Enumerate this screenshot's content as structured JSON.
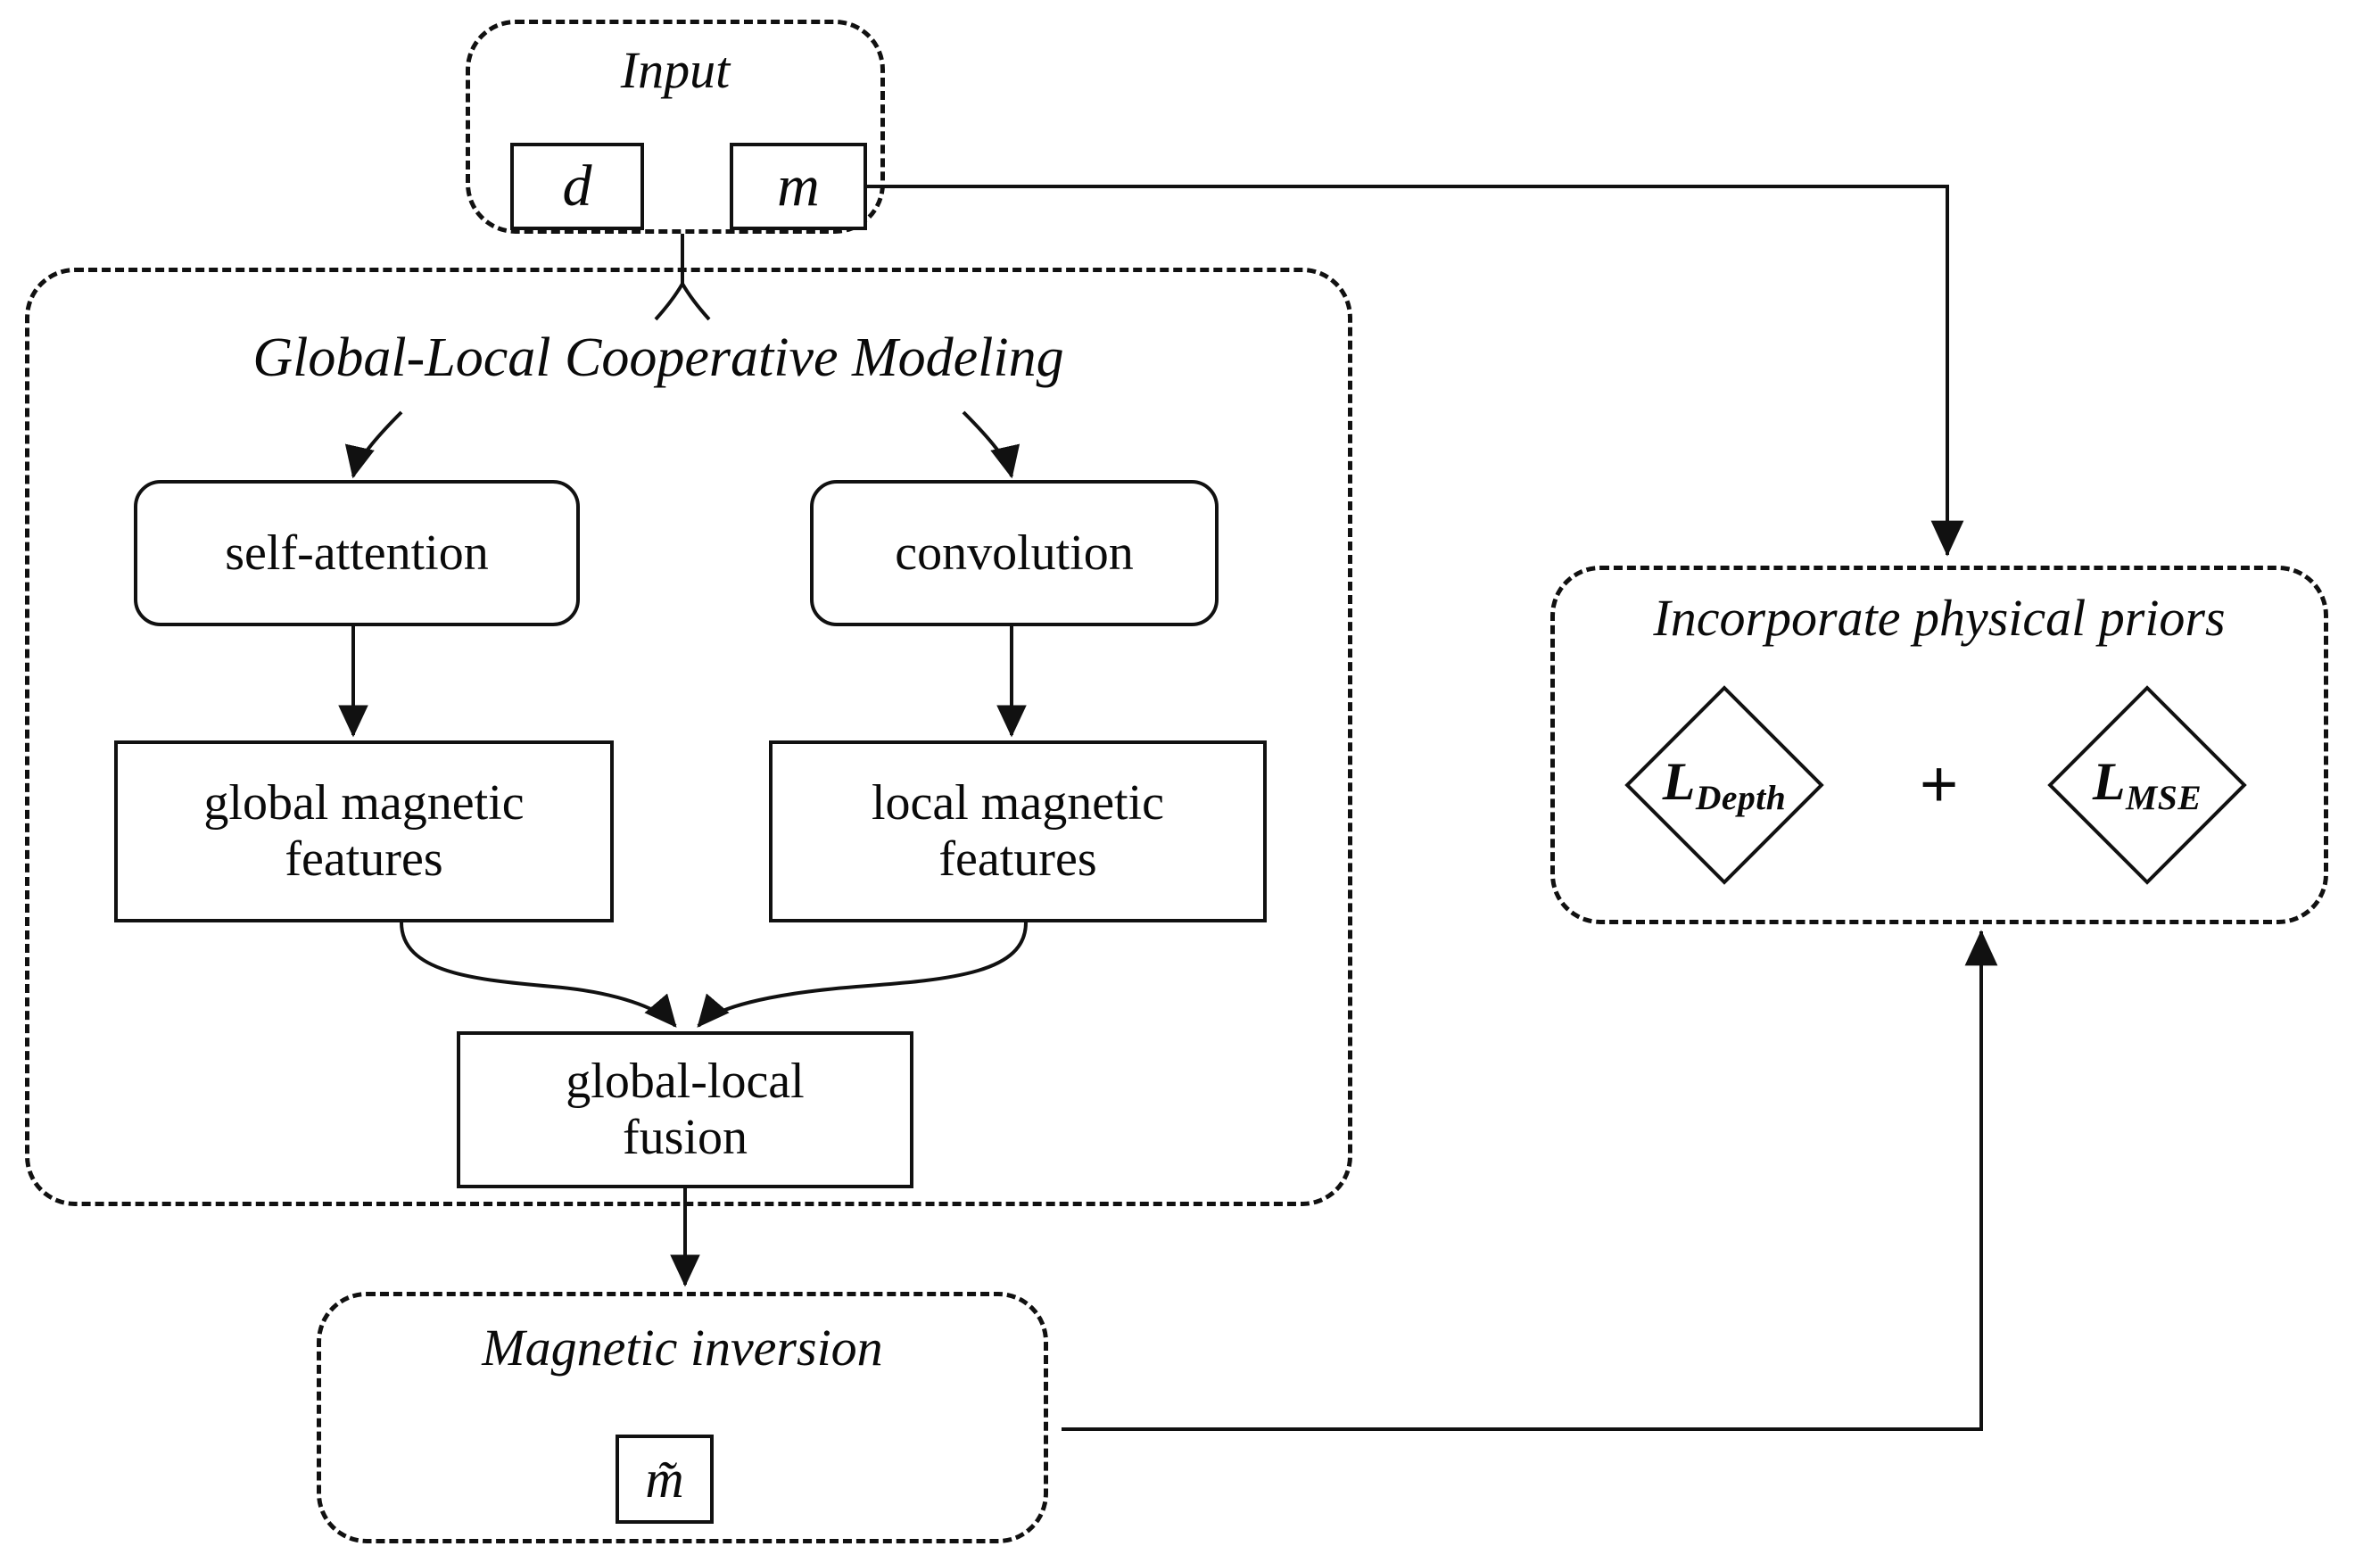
{
  "diagram": {
    "title": "Global-Local Cooperative Modeling magnetic inversion framework",
    "colors": {
      "stroke": "#111111",
      "text": "#0a0a0a",
      "background": "#ffffff"
    }
  },
  "input_group": {
    "title": "Input",
    "vars": [
      {
        "label": "d"
      },
      {
        "label": "m"
      }
    ]
  },
  "modeling_group": {
    "title": "Global-Local Cooperative Modeling",
    "branches": [
      {
        "operator": "self-attention",
        "features": "global magnetic\nfeatures",
        "features_line1": "global magnetic",
        "features_line2": "features"
      },
      {
        "operator": "convolution",
        "features": "local magnetic\nfeatures",
        "features_line1": "local magnetic",
        "features_line2": "features"
      }
    ],
    "fusion_line1": "global-local",
    "fusion_line2": "fusion"
  },
  "priors_group": {
    "title": "Incorporate physical priors",
    "losses": [
      {
        "symbol": "L",
        "subscript": "Depth"
      },
      {
        "symbol": "L",
        "subscript": "MSE"
      }
    ],
    "operator": "+"
  },
  "inversion_group": {
    "title": "Magnetic inversion",
    "output_var": "m̃"
  }
}
